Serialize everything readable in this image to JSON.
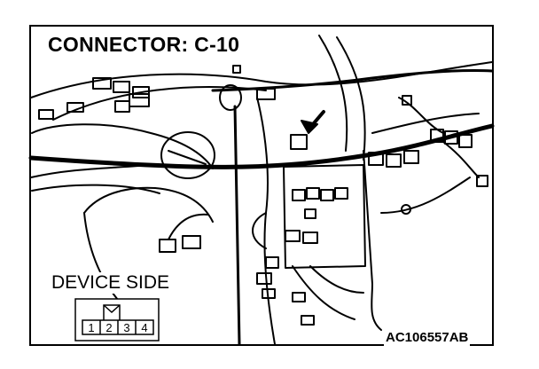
{
  "diagram": {
    "title": "CONNECTOR: C-10",
    "device_side_label": "DEVICE SIDE",
    "figure_code": "AC106557AB",
    "connector_pins": [
      "1",
      "2",
      "3",
      "4"
    ]
  }
}
